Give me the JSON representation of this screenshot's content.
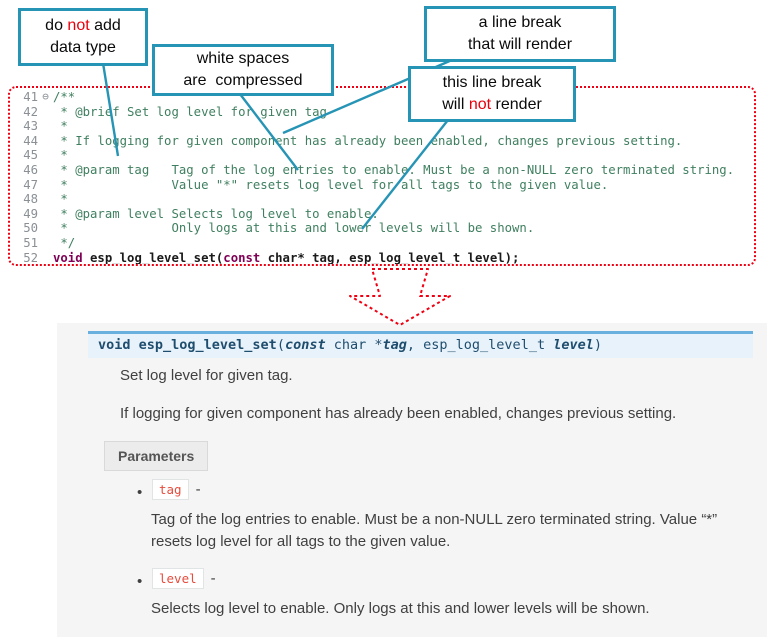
{
  "colors": {
    "callout_border": "#2694b5",
    "connector_line": "#2694b5",
    "dotted_outline_red": "#f00012",
    "comment_text": "#3f7f5f",
    "keyword_text": "#7f0055",
    "signature_bg": "#e7f2fa",
    "signature_top_border": "#6ab0de",
    "doc_panel_bg": "#f5f5f5",
    "param_chip_text": "#e74c3c"
  },
  "callouts": {
    "datatype": {
      "l1a": "do ",
      "l1b": "not",
      "l1c": " add",
      "l2": "data type"
    },
    "whitespace": {
      "l1": "white spaces",
      "l2": "are  compressed"
    },
    "break_render": {
      "l1": "a line break",
      "l2": "that will render"
    },
    "break_norender": {
      "l1": "this line break",
      "l2a": "will ",
      "l2b": "not",
      "l2c": " render"
    }
  },
  "code": {
    "fold_icon": "⊖",
    "lines": [
      {
        "num": "41",
        "text": "/**"
      },
      {
        "num": "42",
        "text": " * @brief Set log level for given tag"
      },
      {
        "num": "43",
        "text": " *"
      },
      {
        "num": "44",
        "text": " * If logging for given component has already been enabled, changes previous setting."
      },
      {
        "num": "45",
        "text": " *"
      },
      {
        "num": "46",
        "text": " * @param tag   Tag of the log entries to enable. Must be a non-NULL zero terminated string."
      },
      {
        "num": "47",
        "text": " *              Value \"*\" resets log level for all tags to the given value."
      },
      {
        "num": "48",
        "text": " *"
      },
      {
        "num": "49",
        "text": " * @param level Selects log level to enable."
      },
      {
        "num": "50",
        "text": " *              Only logs at this and lower levels will be shown."
      },
      {
        "num": "51",
        "text": " */"
      }
    ],
    "line52": {
      "num": "52",
      "kw1": "void",
      "seg1": " esp_log_level_set(",
      "kw2": "const",
      "seg2": " char* tag, esp_log_level_t level);"
    }
  },
  "docs": {
    "signature": {
      "ret": "void ",
      "name": "esp_log_level_set",
      "p_open": "(",
      "kw_const": "const",
      "type1": " char *",
      "arg1": "tag",
      "comma": ", ",
      "type2": "esp_log_level_t ",
      "arg2": "level",
      "p_close": ")"
    },
    "brief": "Set log level for given tag.",
    "description": "If logging for given component has already been enabled, changes previous setting.",
    "parameters_label": "Parameters",
    "bullet": "•",
    "params": [
      {
        "name": "tag",
        "sep": "-",
        "desc": "Tag of the log entries to enable. Must be a non-NULL zero terminated string. Value “*” resets log level for all tags to the given value."
      },
      {
        "name": "level",
        "sep": "-",
        "desc": "Selects log level to enable. Only logs at this and lower levels will be shown."
      }
    ]
  }
}
